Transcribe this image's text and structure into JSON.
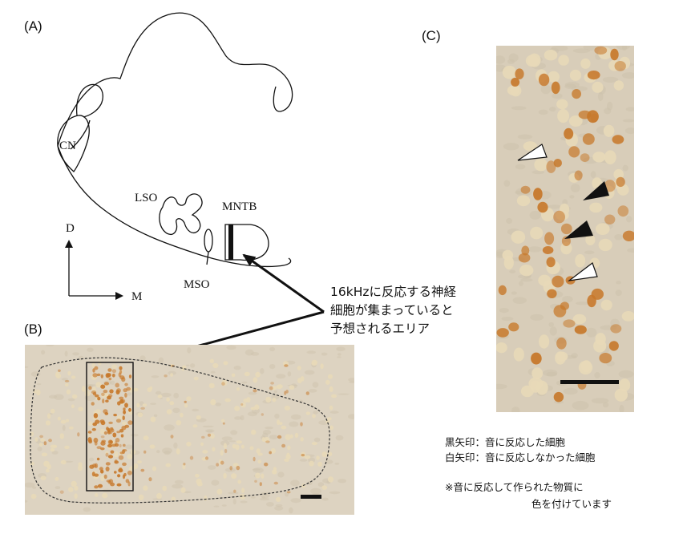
{
  "panels": {
    "a_label": "(A)",
    "b_label": "(B)",
    "c_label": "(C)"
  },
  "diagram": {
    "cn": "CN",
    "lso": "LSO",
    "mso": "MSO",
    "mntb": "MNTB",
    "axis_d": "D",
    "axis_m": "M"
  },
  "callout": {
    "line1": "16kHzに反応する神経",
    "line2": "細胞が集まっていると",
    "line3": "予想されるエリア"
  },
  "legend": {
    "black_arrow": "黒矢印：音に反応した細胞",
    "white_arrow": "白矢印：音に反応しなかった細胞",
    "note_line1": "※音に反応して作られた物質に",
    "note_line2": "色を付けています"
  },
  "colors": {
    "tissue_bg": "#dcd2c0",
    "stained_cell": "#c7782a",
    "light_cell": "#e8d9b8",
    "ink": "#111111"
  }
}
